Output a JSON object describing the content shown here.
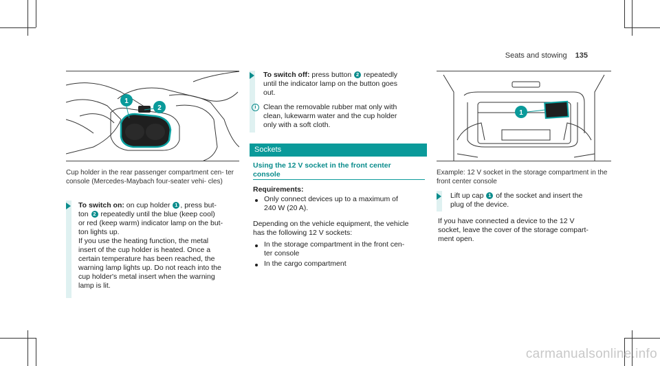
{
  "header": {
    "section": "Seats and stowing",
    "page_number": "135"
  },
  "figure_left": {
    "caption": "Cup holder in the rear passenger compartment cen- ter console (Mercedes-Maybach four-seater vehi- cles)",
    "callouts": [
      "1",
      "2"
    ]
  },
  "figure_right": {
    "caption": "Example: 12 V socket in the storage compartment in the front center console",
    "callouts": [
      "1"
    ]
  },
  "col1": {
    "step_title": "To switch on:",
    "step_line1": " on cup holder ",
    "badge1": "1",
    "step_line1b": ", press but-",
    "step_line2a": "ton ",
    "badge2": "2",
    "step_line2b": " repeatedly until the blue (keep cool)",
    "step_lines": [
      "or red (keep warm) indicator lamp on the but-",
      "ton lights up.",
      "If you use the heating function, the metal",
      "insert of the cup holder is heated. Once a",
      "certain temperature has been reached, the",
      "warning lamp lights up. Do not reach into the",
      "cup holder's metal insert when the warning",
      "lamp is lit."
    ]
  },
  "col2": {
    "step_title": "To switch off:",
    "step_line1a": " press button ",
    "badge2": "2",
    "step_line1b": " repeatedly",
    "step_lines": [
      "until the indicator lamp on the button goes",
      "out."
    ],
    "info_icon": "i",
    "info_lines": [
      "Clean the removable rubber mat only with",
      "clean, lukewarm water and the cup holder",
      "only with a soft cloth."
    ],
    "section_title": "Sockets",
    "subhead_lines": [
      "Using the 12 V socket in the front center",
      "console"
    ],
    "requirements_title": "Requirements:",
    "req_bullet_lines": [
      "Only connect devices up to a maximum of",
      "240 W (20 A)."
    ],
    "para_lines": [
      "Depending on the vehicle equipment, the vehicle",
      "has the following 12 V sockets:"
    ],
    "bullet1_lines": [
      "In the storage compartment in the front cen-",
      "ter console"
    ],
    "bullet2": "In the cargo compartment"
  },
  "col3": {
    "step_line1a": "Lift up cap ",
    "badge1": "1",
    "step_line1b": " of the socket and insert the",
    "step_line2": "plug of the device.",
    "para_lines": [
      "If you have connected a device to the 12 V",
      "socket, leave the cover of the storage compart-",
      "ment open."
    ]
  },
  "watermark": "carmanualsonline.info",
  "colors": {
    "accent": "#0a9a9a",
    "step_bg": "#dff1f1"
  }
}
